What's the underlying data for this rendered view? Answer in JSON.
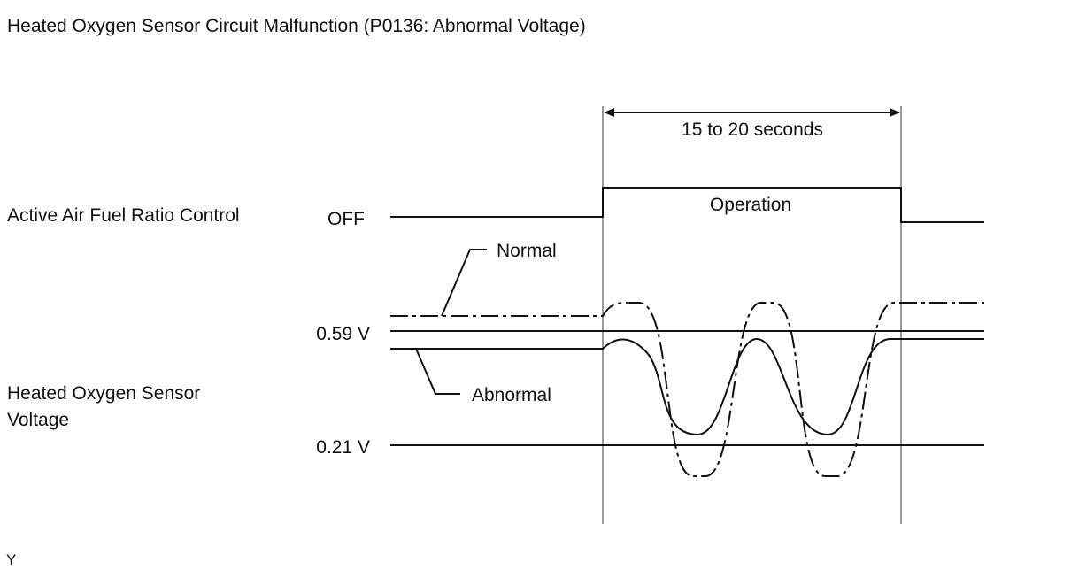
{
  "title": "Heated Oxygen Sensor Circuit Malfunction (P0136: Abnormal Voltage)",
  "signals": {
    "control": "Active Air Fuel Ratio Control",
    "sensor_line1": "Heated Oxygen Sensor",
    "sensor_line2": "Voltage"
  },
  "levels": {
    "off": "OFF",
    "high": "0.59 V",
    "low": "0.21 V"
  },
  "duration": "15 to 20 seconds",
  "operation": "Operation",
  "legend": {
    "normal": "Normal",
    "abnormal": "Abnormal"
  },
  "footer": "Y",
  "colors": {
    "ink": "#111111",
    "marker": "#9a9a9a"
  }
}
